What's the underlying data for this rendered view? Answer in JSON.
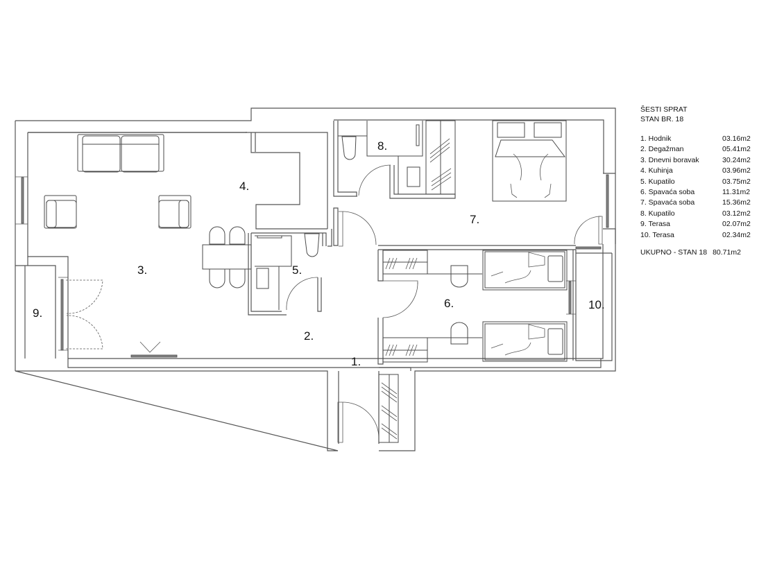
{
  "plan": {
    "floor": "ŠESTI SPRAT",
    "apartment": "STAN BR. 18",
    "rooms": [
      {
        "number": "1.",
        "name": "Hodnik",
        "area": "03.16m2"
      },
      {
        "number": "2.",
        "name": "Degažman",
        "area": "05.41m2"
      },
      {
        "number": "3.",
        "name": "Dnevni boravak",
        "area": "30.24m2"
      },
      {
        "number": "4.",
        "name": "Kuhinja",
        "area": "03.96m2"
      },
      {
        "number": "5.",
        "name": "Kupatilo",
        "area": "03.75m2"
      },
      {
        "number": "6.",
        "name": "Spavaća soba",
        "area": "11.31m2"
      },
      {
        "number": "7.",
        "name": "Spavaća soba",
        "area": "15.36m2"
      },
      {
        "number": "8.",
        "name": "Kupatilo",
        "area": "03.12m2"
      },
      {
        "number": "9.",
        "name": "Terasa",
        "area": "02.07m2"
      },
      {
        "number": "10.",
        "name": "Terasa",
        "area": "02.34m2"
      }
    ],
    "total_label": "UKUPNO - STAN 18",
    "total_area": "80.71m2"
  },
  "labels": {
    "r1": "1.",
    "r2": "2.",
    "r3": "3.",
    "r4": "4.",
    "r5": "5.",
    "r6": "6.",
    "r7": "7.",
    "r8": "8.",
    "r9": "9.",
    "r10": "10."
  },
  "legend_rows": [
    {
      "label": "1. Hodnik",
      "area": "03.16m2"
    },
    {
      "label": "2. Degažman",
      "area": "05.41m2"
    },
    {
      "label": "3. Dnevni boravak",
      "area": "30.24m2"
    },
    {
      "label": "4. Kuhinja",
      "area": "03.96m2"
    },
    {
      "label": "5. Kupatilo",
      "area": "03.75m2"
    },
    {
      "label": "6. Spavaća soba",
      "area": "11.31m2"
    },
    {
      "label": "7. Spavaća soba",
      "area": "15.36m2"
    },
    {
      "label": "8. Kupatilo",
      "area": "03.12m2"
    },
    {
      "label": "9. Terasa",
      "area": "02.07m2"
    },
    {
      "label": "10. Terasa",
      "area": "02.34m2"
    }
  ]
}
